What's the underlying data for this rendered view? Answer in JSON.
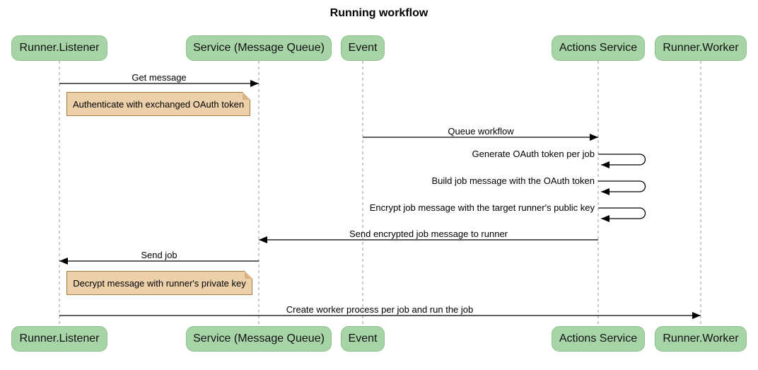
{
  "title": "Running workflow",
  "participants": [
    {
      "label": "Runner.Listener"
    },
    {
      "label": "Service (Message Queue)"
    },
    {
      "label": "Event"
    },
    {
      "label": "Actions Service"
    },
    {
      "label": "Runner.Worker"
    }
  ],
  "messages": [
    {
      "label": "Get message",
      "from": "Runner.Listener",
      "to": "Service (Message Queue)",
      "kind": "arrow"
    },
    {
      "label": "Queue workflow",
      "from": "Event",
      "to": "Actions Service",
      "kind": "arrow"
    },
    {
      "label": "Generate OAuth token per job",
      "from": "Actions Service",
      "to": "Actions Service",
      "kind": "self"
    },
    {
      "label": "Build job message with the OAuth token",
      "from": "Actions Service",
      "to": "Actions Service",
      "kind": "self"
    },
    {
      "label": "Encrypt job message with the target runner's public key",
      "from": "Actions Service",
      "to": "Actions Service",
      "kind": "self"
    },
    {
      "label": "Send encrypted job message to runner",
      "from": "Actions Service",
      "to": "Service (Message Queue)",
      "kind": "arrow"
    },
    {
      "label": "Send job",
      "from": "Service (Message Queue)",
      "to": "Runner.Listener",
      "kind": "arrow"
    },
    {
      "label": "Create worker process per job and run the job",
      "from": "Runner.Listener",
      "to": "Runner.Worker",
      "kind": "arrow"
    }
  ],
  "notes": [
    {
      "label": "Authenticate with exchanged OAuth token",
      "anchor": "Runner.Listener"
    },
    {
      "label": "Decrypt message with runner's private key",
      "anchor": "Runner.Listener"
    }
  ],
  "colors": {
    "actor_fill": "#a7d4a7",
    "actor_border": "#8cc08c",
    "note_fill": "#ecd0a9",
    "note_border": "#a07c3e",
    "lifeline": "#999999",
    "arrow": "#000000",
    "background": "#ffffff"
  }
}
